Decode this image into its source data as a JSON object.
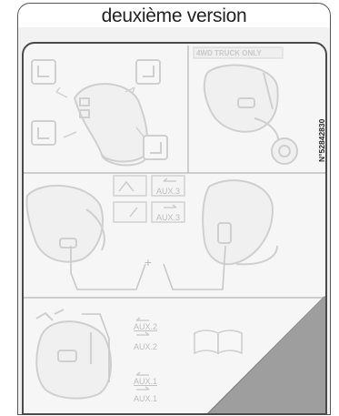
{
  "header": {
    "title": "deuxième version"
  },
  "label": {
    "truck_note": "4WD TRUCK ONLY",
    "part_number": "N°52842830",
    "aux": [
      "AUX.3",
      "AUX.3",
      "AUX.2",
      "AUX.2",
      "AUX.1",
      "AUX.1"
    ],
    "plus": "+"
  },
  "colors": {
    "ink": "#222222",
    "frame": "#4a4a4a",
    "faded_art": "#cfcfcf",
    "fold_shadow": "#9e9e9e"
  },
  "icons": [
    "joystick-icon",
    "lever-position-icon",
    "book-icon",
    "rotation-icon",
    "axle-icon"
  ]
}
